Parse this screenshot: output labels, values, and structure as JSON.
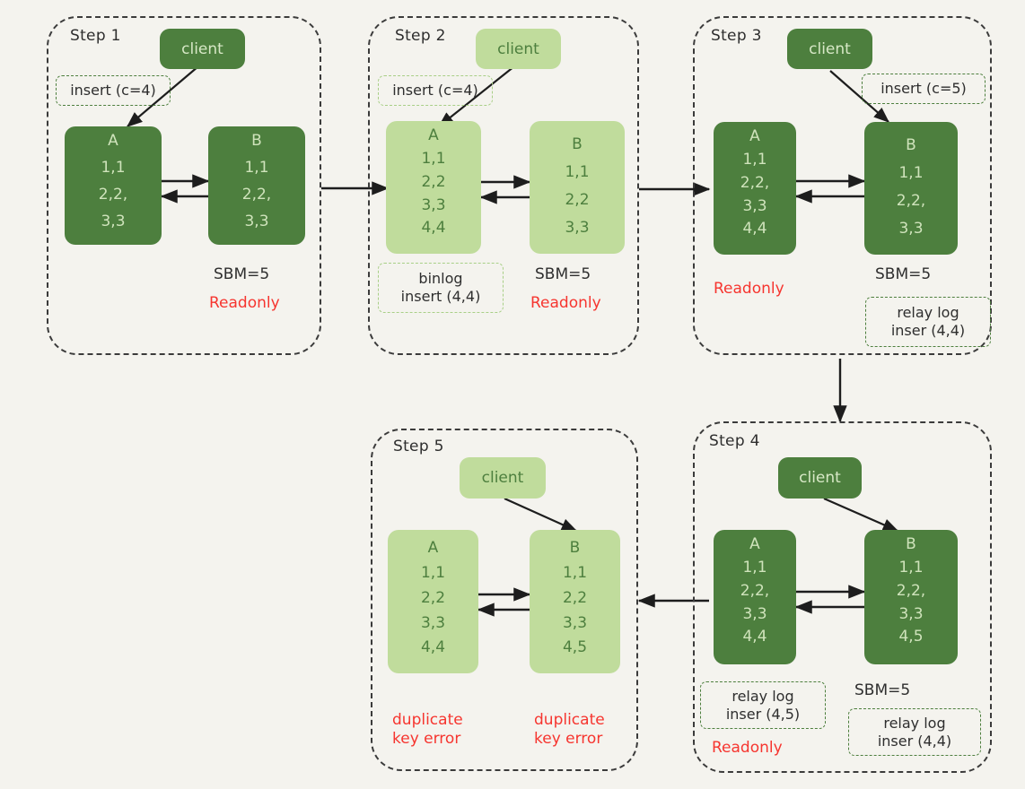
{
  "diagram": {
    "title": "MySQL master-slave replication duplicate key error walkthrough",
    "background_color": "#f4f3ee",
    "colors": {
      "dark_green": "#4d7f3e",
      "light_green": "#c0dc9c",
      "dark_text_on_green": "#cfe3bb",
      "light_text_on_green": "#4d7f3e",
      "panel_border": "#3b3b3b",
      "callout_border": "#4d7f3e",
      "callout_border_pale": "#a8cf86",
      "red": "#f6352f",
      "black_text": "#2e2e2e"
    }
  },
  "steps": [
    {
      "id": "step1",
      "title": "Step 1",
      "client": {
        "label": "client",
        "shade": "dark"
      },
      "nodes": [
        {
          "id": "a",
          "title": "A",
          "shade": "dark",
          "rows": [
            "1,1",
            "2,2,",
            "3,3"
          ]
        },
        {
          "id": "b",
          "title": "B",
          "shade": "dark",
          "rows": [
            "1,1",
            "2,2,",
            "3,3"
          ]
        }
      ],
      "callouts": [
        {
          "id": "insert-c4",
          "lines": [
            "insert (c=4)"
          ],
          "style": "solid-green"
        }
      ],
      "annotations": [
        {
          "id": "sbm",
          "text": "SBM=5",
          "color": "black"
        },
        {
          "id": "readonly",
          "text": "Readonly",
          "color": "red"
        }
      ]
    },
    {
      "id": "step2",
      "title": "Step 2",
      "client": {
        "label": "client",
        "shade": "light"
      },
      "nodes": [
        {
          "id": "a",
          "title": "A",
          "shade": "light",
          "rows": [
            "1,1",
            "2,2",
            "3,3",
            "4,4"
          ]
        },
        {
          "id": "b",
          "title": "B",
          "shade": "light",
          "rows": [
            "1,1",
            "2,2",
            "3,3"
          ]
        }
      ],
      "callouts": [
        {
          "id": "insert-c4",
          "lines": [
            "insert (c=4)"
          ],
          "style": "pale-green"
        },
        {
          "id": "binlog",
          "lines": [
            "binlog",
            "insert (4,4)"
          ],
          "style": "pale-green"
        }
      ],
      "annotations": [
        {
          "id": "sbm",
          "text": "SBM=5",
          "color": "black"
        },
        {
          "id": "readonly",
          "text": "Readonly",
          "color": "red"
        }
      ]
    },
    {
      "id": "step3",
      "title": "Step 3",
      "client": {
        "label": "client",
        "shade": "dark"
      },
      "nodes": [
        {
          "id": "a",
          "title": "A",
          "shade": "dark",
          "rows": [
            "1,1",
            "2,2,",
            "3,3",
            "4,4"
          ]
        },
        {
          "id": "b",
          "title": "B",
          "shade": "dark",
          "rows": [
            "1,1",
            "2,2,",
            "3,3"
          ]
        }
      ],
      "callouts": [
        {
          "id": "insert-c5",
          "lines": [
            "insert (c=5)"
          ],
          "style": "solid-green"
        },
        {
          "id": "relay-log-b",
          "lines": [
            "relay log",
            "inser (4,4)"
          ],
          "style": "solid-green"
        }
      ],
      "annotations": [
        {
          "id": "readonly",
          "text": "Readonly",
          "color": "red"
        },
        {
          "id": "sbm",
          "text": "SBM=5",
          "color": "black"
        }
      ]
    },
    {
      "id": "step4",
      "title": "Step 4",
      "client": {
        "label": "client",
        "shade": "dark"
      },
      "nodes": [
        {
          "id": "a",
          "title": "A",
          "shade": "dark",
          "rows": [
            "1,1",
            "2,2,",
            "3,3",
            "4,4"
          ]
        },
        {
          "id": "b",
          "title": "B",
          "shade": "dark",
          "rows": [
            "1,1",
            "2,2,",
            "3,3",
            "4,5"
          ]
        }
      ],
      "callouts": [
        {
          "id": "relay-log-a",
          "lines": [
            "relay log",
            "inser (4,5)"
          ],
          "style": "solid-green"
        },
        {
          "id": "relay-log-b",
          "lines": [
            "relay log",
            "inser (4,4)"
          ],
          "style": "solid-green"
        }
      ],
      "annotations": [
        {
          "id": "readonly",
          "text": "Readonly",
          "color": "red"
        },
        {
          "id": "sbm",
          "text": "SBM=5",
          "color": "black"
        }
      ]
    },
    {
      "id": "step5",
      "title": "Step 5",
      "client": {
        "label": "client",
        "shade": "light"
      },
      "nodes": [
        {
          "id": "a",
          "title": "A",
          "shade": "light",
          "rows": [
            "1,1",
            "2,2",
            "3,3",
            "4,4"
          ]
        },
        {
          "id": "b",
          "title": "B",
          "shade": "light",
          "rows": [
            "1,1",
            "2,2",
            "3,3",
            "4,5"
          ]
        }
      ],
      "callouts": [],
      "annotations": [
        {
          "id": "dup-a",
          "text": "duplicate\nkey error",
          "color": "red"
        },
        {
          "id": "dup-b",
          "text": "duplicate\nkey error",
          "color": "red"
        }
      ]
    }
  ],
  "flow_arrows": [
    {
      "id": "step1-to-step2",
      "direction": "right"
    },
    {
      "id": "step2-to-step3",
      "direction": "right"
    },
    {
      "id": "step3-to-step4",
      "direction": "down"
    },
    {
      "id": "step4-to-step5",
      "direction": "left"
    }
  ]
}
